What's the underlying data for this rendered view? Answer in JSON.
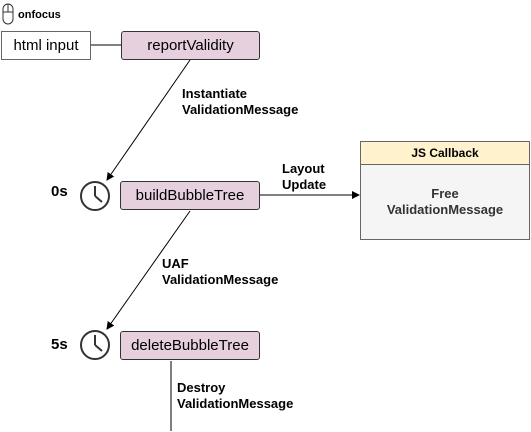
{
  "event": {
    "label": "onfocus",
    "icon": "mouse-icon"
  },
  "nodes": {
    "input": "html input",
    "report_validity": "reportValidity",
    "build_bubble_tree": "buildBubbleTree",
    "delete_bubble_tree": "deleteBubbleTree"
  },
  "edges": {
    "instantiate": [
      "Instantiate",
      "ValidationMessage"
    ],
    "layout_update": [
      "Layout",
      "Update"
    ],
    "uaf": [
      "UAF",
      "ValidationMessage"
    ],
    "destroy": [
      "Destroy",
      "ValidationMessage"
    ]
  },
  "times": {
    "t0": "0s",
    "t5": "5s"
  },
  "callback": {
    "title": "JS Callback",
    "body": [
      "Free",
      "ValidationMessage"
    ]
  },
  "colors": {
    "function_fill": "#e6d0de",
    "callback_header": "#fff2cc",
    "callback_body": "#f5f5f5"
  },
  "icons": {
    "clock": "clock-icon"
  }
}
